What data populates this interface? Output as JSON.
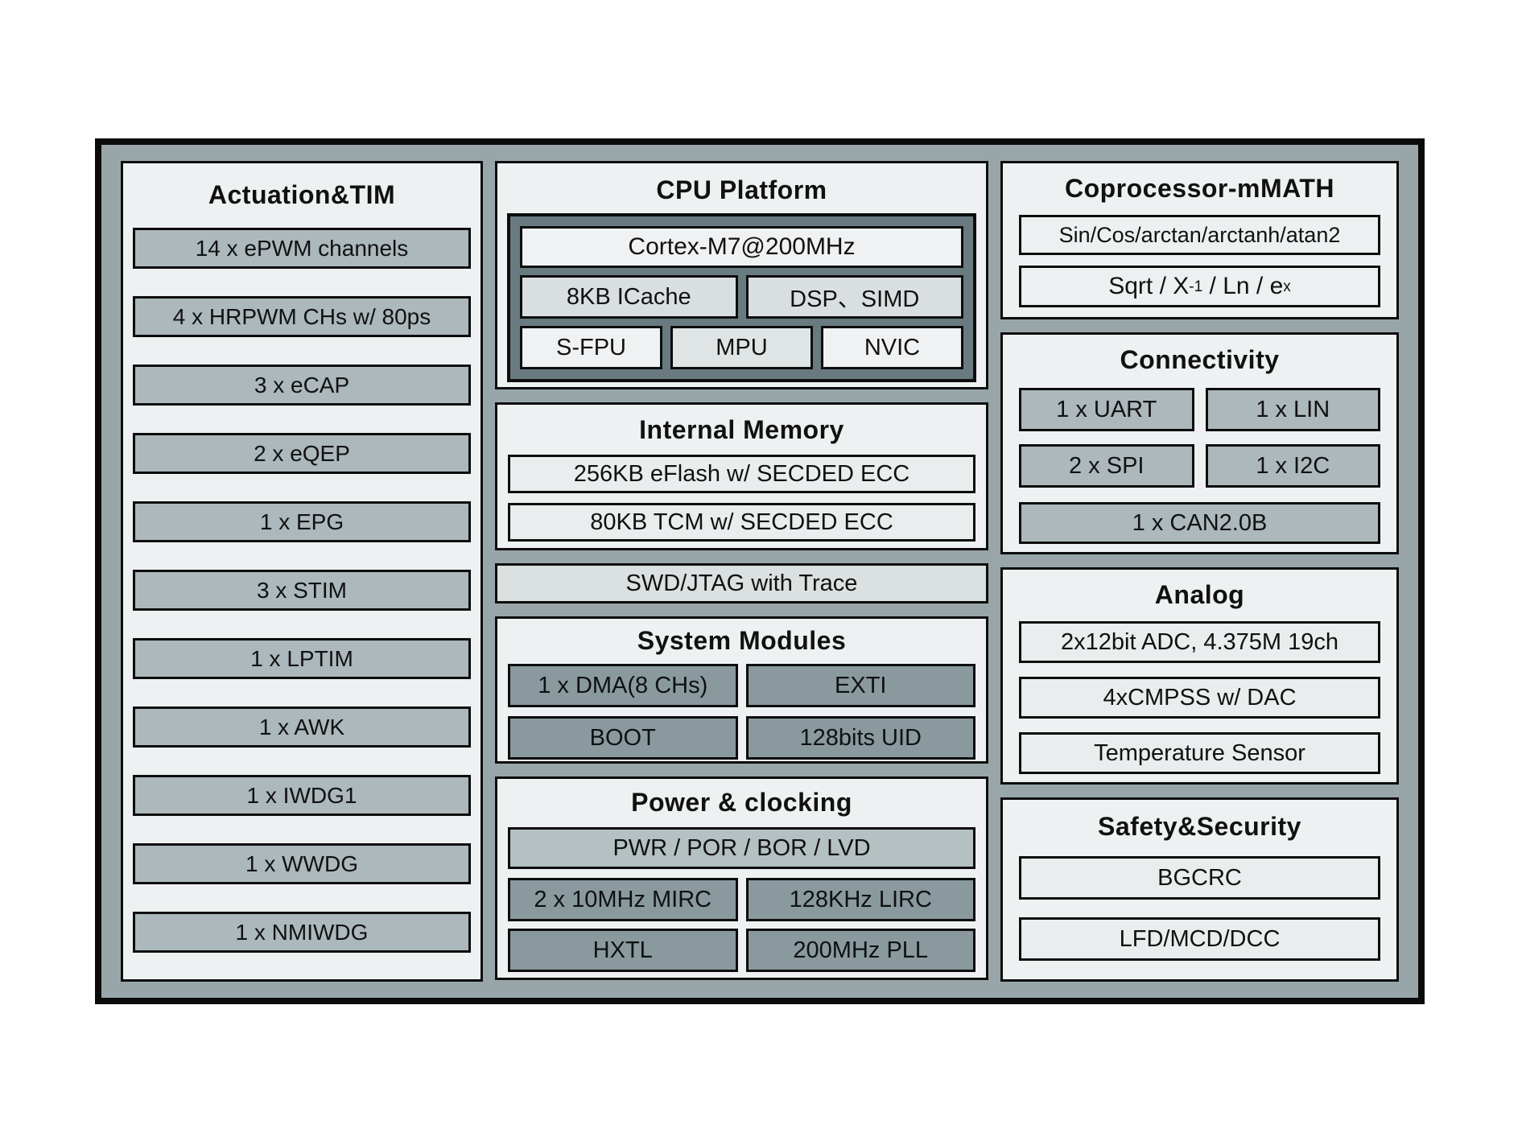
{
  "left": {
    "title": "Actuation&TIM",
    "items": [
      "14 x ePWM channels",
      "4 x HRPWM CHs w/ 80ps",
      "3 x eCAP",
      "2 x eQEP",
      "1 x EPG",
      "3 x STIM",
      "1 x LPTIM",
      "1 x AWK",
      "1 x IWDG1",
      "1 x WWDG",
      "1 x NMIWDG"
    ]
  },
  "cpu": {
    "title": "CPU Platform",
    "core": "Cortex-M7@200MHz",
    "icache": "8KB ICache",
    "dsp": "DSP、SIMD",
    "sfpu": "S-FPU",
    "mpu": "MPU",
    "nvic": "NVIC"
  },
  "memory": {
    "title": "Internal Memory",
    "rows": [
      "256KB eFlash w/ SECDED ECC",
      "80KB TCM w/ SECDED ECC"
    ]
  },
  "debug": {
    "label": "SWD/JTAG with Trace"
  },
  "system": {
    "title": "System Modules",
    "cells": [
      "1 x DMA(8 CHs)",
      "EXTI",
      "BOOT",
      "128bits UID"
    ]
  },
  "power": {
    "title": "Power & clocking",
    "bar": "PWR / POR / BOR / LVD",
    "cells": [
      "2 x 10MHz MIRC",
      "128KHz LIRC",
      "HXTL",
      "200MHz PLL"
    ]
  },
  "coprocessor": {
    "title": "Coprocessor-mMATH",
    "row1": "Sin/Cos/arctan/arctanh/atan2",
    "row2": {
      "t1": "Sqrt / X",
      "sup1": "-1",
      "t2": " / Ln / e",
      "sup2": "x"
    }
  },
  "connectivity": {
    "title": "Connectivity",
    "cells": [
      "1 x UART",
      "1 x LIN",
      "2 x SPI",
      "1 x I2C"
    ],
    "can": "1 x CAN2.0B"
  },
  "analog": {
    "title": "Analog",
    "rows": [
      "2x12bit ADC, 4.375M 19ch",
      "4xCMPSS w/ DAC",
      "Temperature Sensor"
    ]
  },
  "safety": {
    "title": "Safety&Security",
    "rows": [
      "BGCRC",
      "LFD/MCD/DCC"
    ]
  },
  "colors": {
    "chip_background": "#98a6aa",
    "panel_fill": "#eef1f2",
    "item_gray": "#acb8bb",
    "dark_cell": "#8a999d",
    "cpu_container": "#697b80",
    "light_cell": "#e9edee",
    "pwr_bar": "#b4c0c2",
    "border": "#0d0d0d"
  }
}
